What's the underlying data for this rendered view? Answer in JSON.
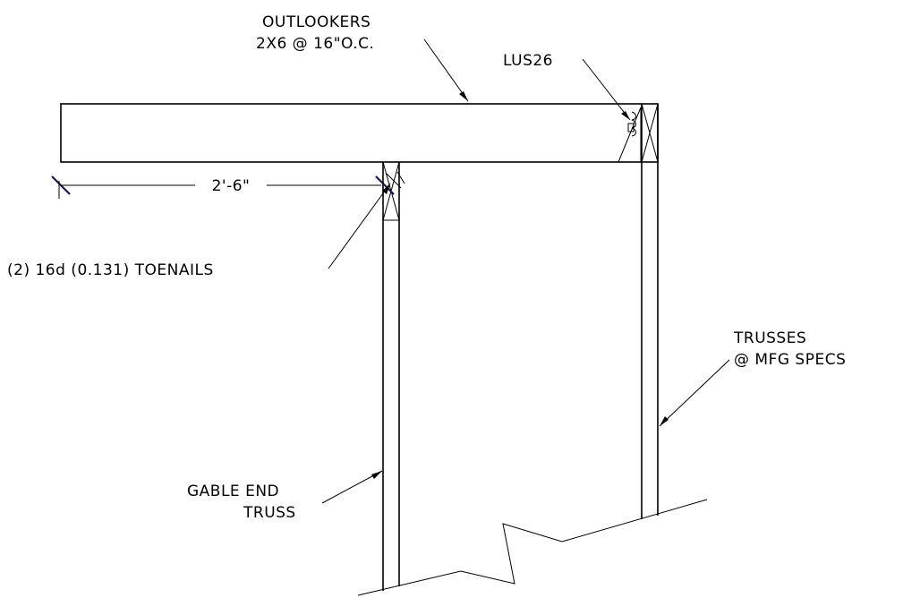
{
  "drawing": {
    "notes": {
      "outlookers_line1": "OUTLOOKERS",
      "outlookers_line2": "2X6 @ 16\"O.C.",
      "hanger": "LUS26",
      "dimension": "2'-6\"",
      "toenails": "(2) 16d (0.131) TOENAILS",
      "trusses_line1": "TRUSSES",
      "trusses_line2": "@ MFG SPECS",
      "gable_line1": "GABLE END",
      "gable_line2": "TRUSS"
    }
  }
}
